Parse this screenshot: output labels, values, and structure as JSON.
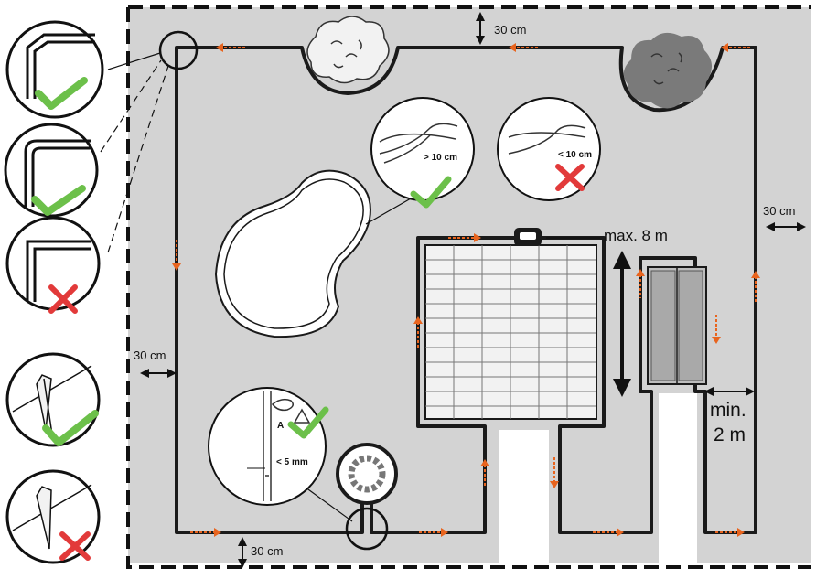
{
  "labels": {
    "top_spacing": "30 cm",
    "right_spacing": "30 cm",
    "left_spacing": "30 cm",
    "bottom_spacing": "30 cm",
    "max_distance": "max. 8 m",
    "min_width_line1": "min.",
    "min_width_line2": "2 m",
    "overlap_ok": "> 10 cm",
    "overlap_bad": "< 10 cm",
    "gap_max": "< 5 mm",
    "marker_a": "A"
  },
  "colors": {
    "lawn": "#d3d3d3",
    "wire": "#1a1a1a",
    "arrow": "#e8641e",
    "check": "#6cc04a",
    "cross": "#e23a3a",
    "shrub_dark": "#7a7a7a"
  },
  "corner_examples": [
    {
      "name": "corner-angled",
      "status": "check-icon"
    },
    {
      "name": "corner-rounded",
      "status": "check-icon"
    },
    {
      "name": "corner-square",
      "status": "cross-icon"
    }
  ],
  "peg_examples": [
    {
      "name": "peg-correct",
      "status": "check-icon"
    },
    {
      "name": "peg-wrong",
      "status": "cross-icon"
    }
  ],
  "icons": [
    "check-icon",
    "cross-icon",
    "warning-icon",
    "mower-icon",
    "shrub-icon",
    "flowerbed-icon",
    "pool-icon",
    "patio-icon",
    "shed-icon"
  ]
}
